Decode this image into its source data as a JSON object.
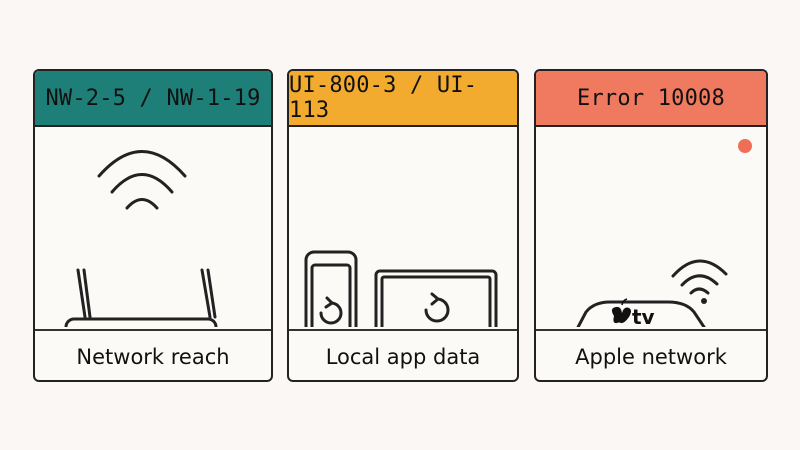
{
  "cards": [
    {
      "code": "NW-2-5 / NW-1-19",
      "label": "Network reach",
      "color": "#1e7f79",
      "icon": "wifi-router-icon"
    },
    {
      "code": "UI-800-3 / UI-113",
      "label": "Local app data",
      "color": "#f2ab2f",
      "icon": "phone-and-monitor-refresh-icon"
    },
    {
      "code": "Error 10008",
      "label": "Apple network",
      "color": "#f07a5f",
      "icon": "apple-tv-box-icon",
      "badge_color": "#ef6f56"
    }
  ],
  "apple_tv": {
    "brand_text": "tv"
  }
}
